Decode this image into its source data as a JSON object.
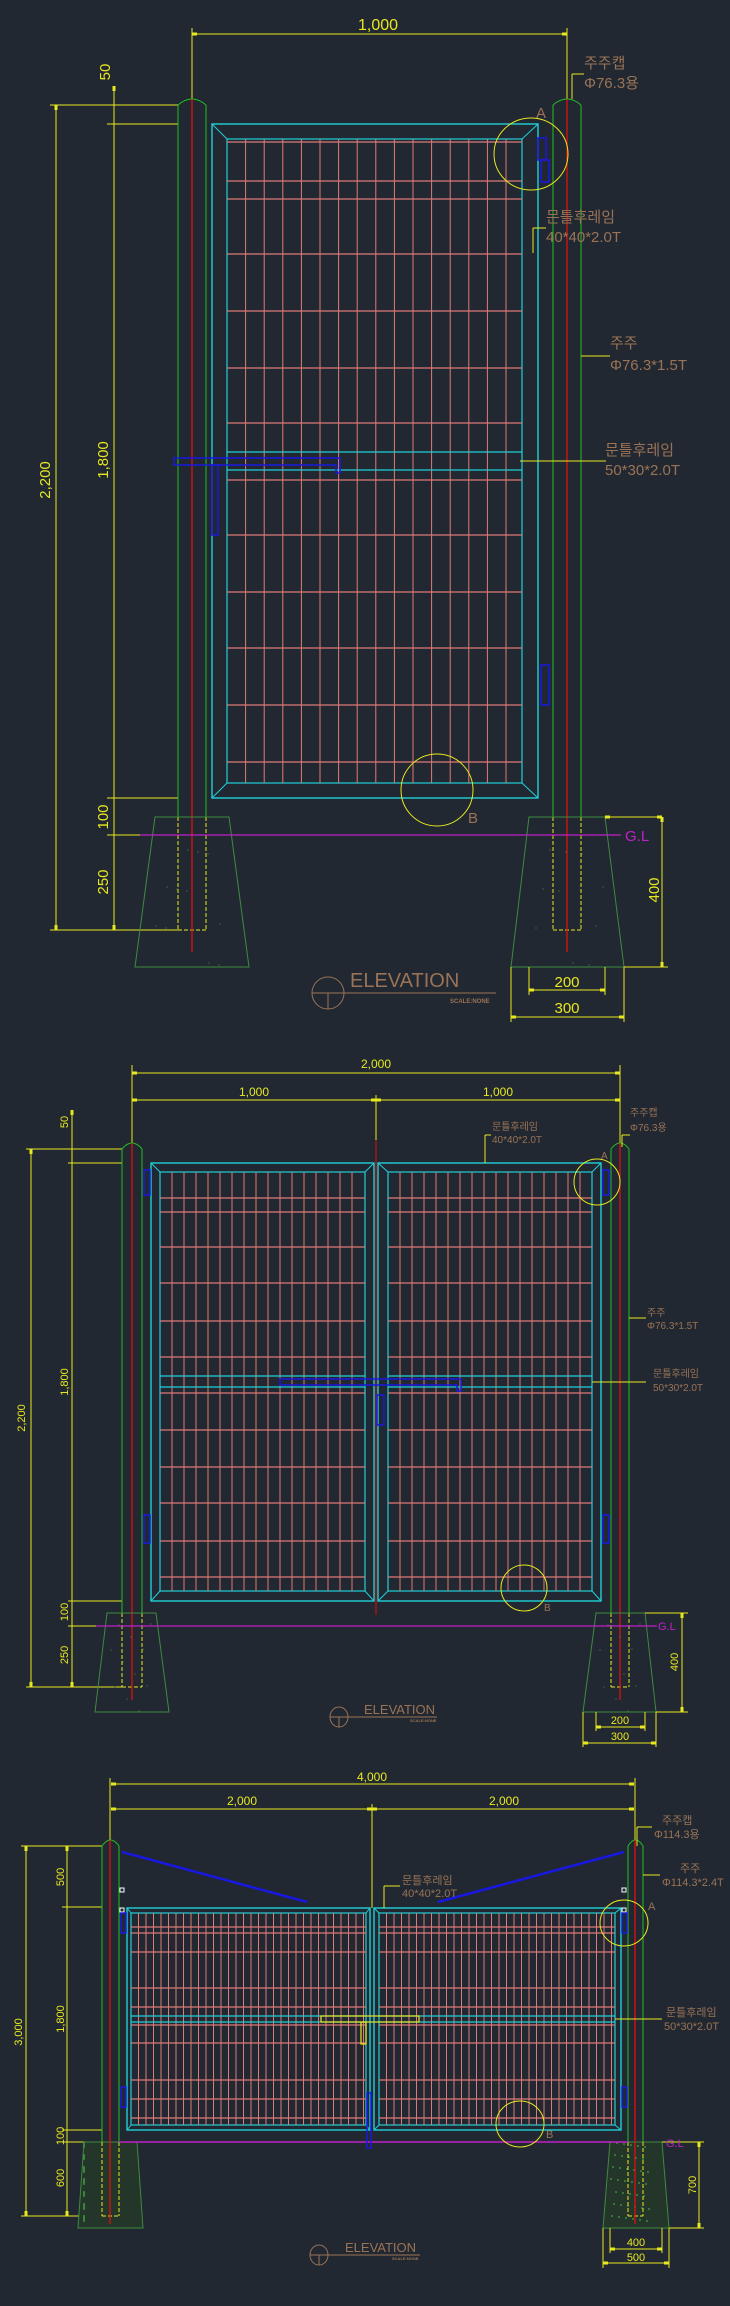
{
  "drawings": [
    {
      "name": "single-gate",
      "dims": {
        "width": "1,000",
        "cap": "50",
        "height_total": "2,200",
        "height_gate": "1,800",
        "gap": "100",
        "embed": "250",
        "footing_depth": "400",
        "footing_top": "200",
        "footing_bottom": "300"
      },
      "labels": {
        "post_cap": "주주캡",
        "post_cap_spec": "Φ76.3용",
        "frame_top": "문틀후레임",
        "frame_top_spec": "40*40*2.0T",
        "post": "주주",
        "post_spec": "Φ76.3*1.5T",
        "frame_mid": "문틀후레임",
        "frame_mid_spec": "50*30*2.0T",
        "detail_a": "A",
        "detail_b": "B",
        "ground": "G.L"
      },
      "title": "ELEVATION",
      "scale": "SCALE:NONE"
    },
    {
      "name": "double-gate-2000",
      "dims": {
        "width": "2,000",
        "leaf_left": "1,000",
        "leaf_right": "1,000",
        "cap": "50",
        "height_total": "2,200",
        "height_gate": "1,800",
        "gap": "100",
        "embed": "250",
        "footing_depth": "400",
        "footing_top": "200",
        "footing_bottom": "300"
      },
      "labels": {
        "post_cap": "주주캡",
        "post_cap_spec": "Φ76.3용",
        "frame_top": "문틀후레임",
        "frame_top_spec": "40*40*2.0T",
        "post": "주주",
        "post_spec": "Φ76.3*1.5T",
        "frame_mid": "문틀후레임",
        "frame_mid_spec": "50*30*2.0T",
        "detail_a": "A",
        "detail_b": "B",
        "ground": "G.L"
      },
      "title": "ELEVATION",
      "scale": "SCALE:NONE"
    },
    {
      "name": "double-gate-4000",
      "dims": {
        "width": "4,000",
        "leaf_left": "2,000",
        "leaf_right": "2,000",
        "brace": "500",
        "height_total": "3,000",
        "height_gate": "1,800",
        "gap": "100",
        "embed": "600",
        "footing_depth": "700",
        "footing_top": "400",
        "footing_bottom": "500"
      },
      "labels": {
        "post_cap": "주주캡",
        "post_cap_spec": "Φ114.3용",
        "frame_top": "문틀후레임",
        "frame_top_spec": "40*40*2.0T",
        "post": "주주",
        "post_spec": "Φ114.3*2.4T",
        "frame_mid": "문틀후레임",
        "frame_mid_spec": "50*30*2.0T",
        "detail_a": "A",
        "detail_b": "B",
        "ground": "G.L"
      },
      "title": "ELEVATION",
      "scale": "SCALE:NONE"
    }
  ],
  "colors": {
    "background": "#212831",
    "dimension": "#e8e820",
    "label": "#9a7356",
    "frame": "#20d0d8",
    "mesh": "#e07a78",
    "post": "#22c022",
    "centerline": "#e01010",
    "hardware": "#1818e0",
    "ground": "#c020c8",
    "footing": "#3f8a3f"
  }
}
